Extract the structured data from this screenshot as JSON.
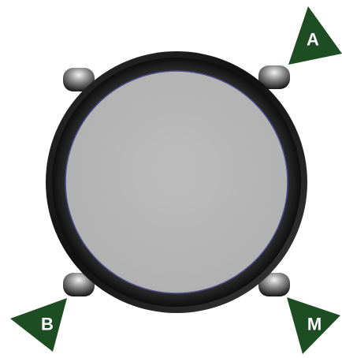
{
  "buttons": {
    "a": {
      "label": "A"
    },
    "b": {
      "label": "B"
    },
    "m": {
      "label": "M"
    }
  },
  "colors": {
    "pointer": "#1f4d23",
    "screen": "#b8b8b8",
    "screen_rim": "#4a4a8c",
    "bezel": "#151515"
  }
}
